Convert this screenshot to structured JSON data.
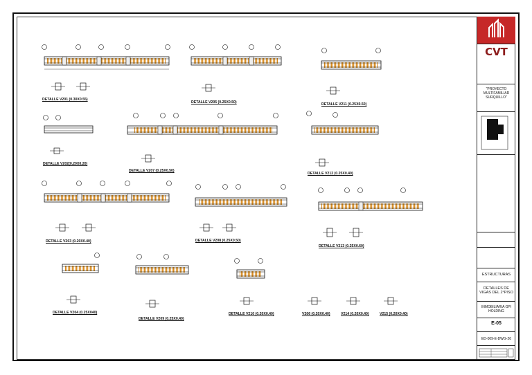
{
  "titleblock": {
    "logo": "CVT",
    "project": "\"PROYECTO MULTIFAMILIAR SURQUILLO\"",
    "discipline": "ESTRUCTURAS",
    "sheet_title": "DETALLES DE VIGAS DEL 2°PISO",
    "client": "INMOBILIARIA GPI HOLDING",
    "sheet_no": "E-05",
    "drawing_code": "ED-009-E-DWG-26"
  },
  "details": [
    {
      "label": "DETALLE V201 (0.30X0.55)"
    },
    {
      "label": "DETALLE V205 (0.25X0.50)"
    },
    {
      "label": "DETALLE V211 (0.25X0.50)"
    },
    {
      "label": "DETALLE V202(0.20X0.20)"
    },
    {
      "label": "DETALLE V207 (0.25X0.50)"
    },
    {
      "label": "DETALLE V212 (0.25X0.40)"
    },
    {
      "label": "DETALLE V203 (0.20X0.40)"
    },
    {
      "label": "DETALLE V208 (0.25X0.50)"
    },
    {
      "label": "DETALLE V213 (0.25X0.60)"
    },
    {
      "label": "DETALLE V204 (0.25X040)"
    },
    {
      "label": "DETALLE V209 (0.25X0.40)"
    },
    {
      "label": "DETALLE V210 (0.20X0.40)"
    },
    {
      "label": "V206 (0.20X0.40)"
    },
    {
      "label": "V214 (0.20X0.40)"
    },
    {
      "label": "V215 (0.20X0.40)"
    }
  ]
}
